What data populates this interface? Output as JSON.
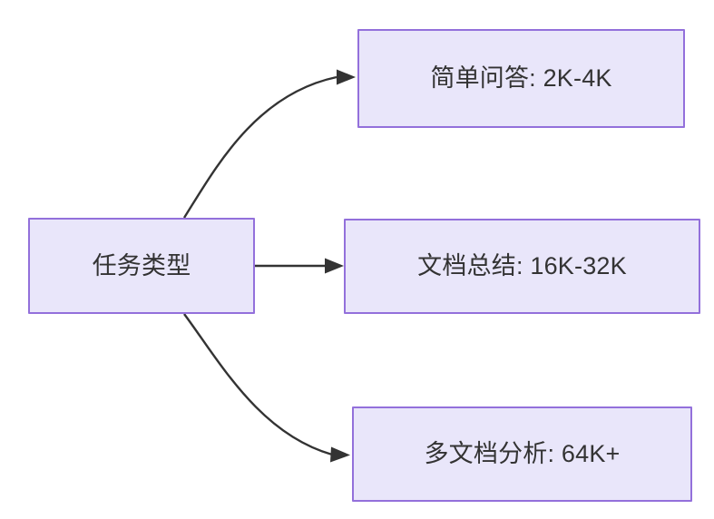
{
  "diagram": {
    "type": "flowchart",
    "direction": "left-to-right",
    "background_color": "#ffffff",
    "node_fill_color": "#e9e6fa",
    "node_border_color": "#9370db",
    "text_color": "#333333",
    "edge_color": "#333333",
    "source_node": {
      "id": "task-type",
      "label": "任务类型"
    },
    "target_nodes": [
      {
        "id": "simple-qa",
        "label": "简单问答: 2K-4K",
        "task": "简单问答",
        "context_range": "2K-4K"
      },
      {
        "id": "doc-summary",
        "label": "文档总结: 16K-32K",
        "task": "文档总结",
        "context_range": "16K-32K"
      },
      {
        "id": "multi-doc",
        "label": "多文档分析: 64K+",
        "task": "多文档分析",
        "context_range": "64K+"
      }
    ],
    "edges": [
      {
        "id": "edge-to-simple-qa",
        "from": "task-type",
        "to": "simple-qa",
        "style": "curved",
        "label": ""
      },
      {
        "id": "edge-to-doc-summary",
        "from": "task-type",
        "to": "doc-summary",
        "style": "straight",
        "label": ""
      },
      {
        "id": "edge-to-multi-doc",
        "from": "task-type",
        "to": "multi-doc",
        "style": "curved",
        "label": ""
      }
    ]
  }
}
